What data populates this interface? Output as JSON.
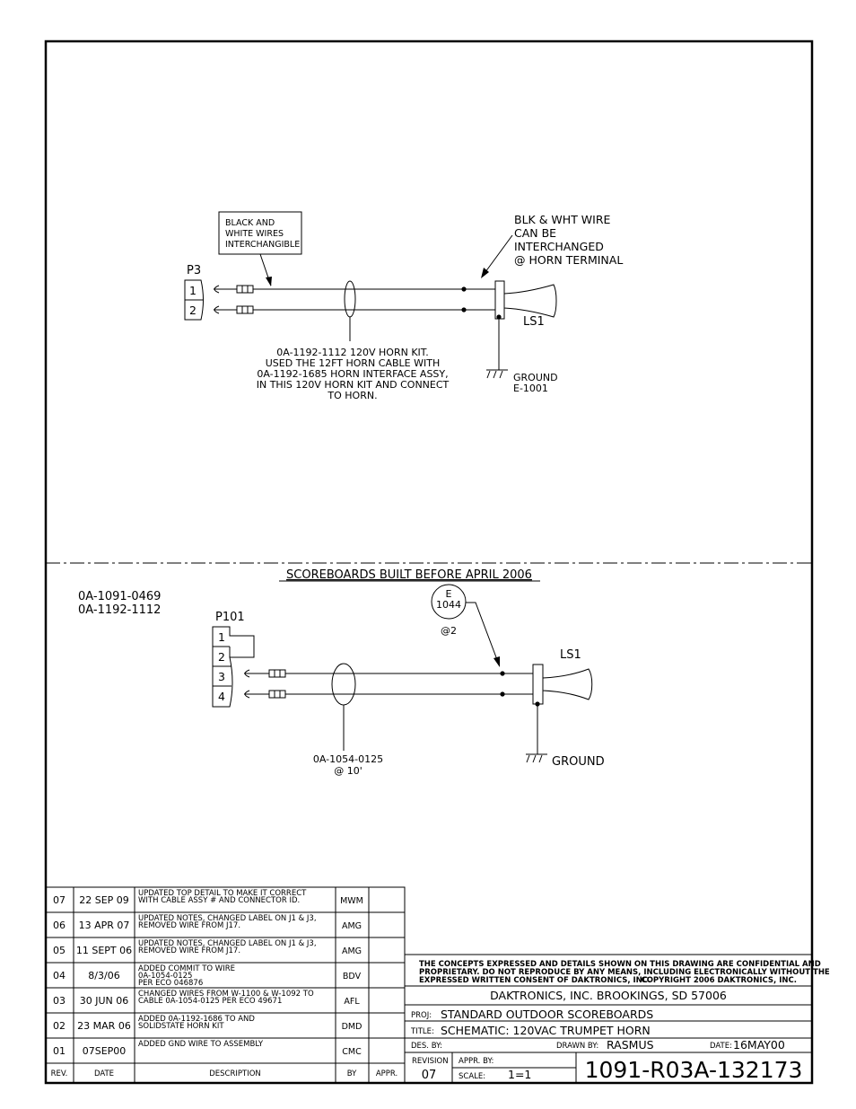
{
  "top_detail": {
    "note_box": [
      "BLACK AND",
      "WHITE WIRES",
      "INTERCHANGIBLE"
    ],
    "connector_label": "P3",
    "pins": [
      "1",
      "2"
    ],
    "wire_note": [
      "BLK & WHT WIRE",
      "CAN BE",
      "INTERCHANGED",
      "@ HORN TERMINAL"
    ],
    "speaker_label": "LS1",
    "cable_note": [
      "0A-1192-1112 120V HORN KIT.",
      "USED THE 12FT HORN CABLE WITH",
      "0A-1192-1685 HORN INTERFACE ASSY,",
      "IN THIS 120V HORN KIT AND CONNECT",
      "TO HORN."
    ],
    "ground_label": [
      "GROUND",
      "E-1001"
    ]
  },
  "bottom_detail": {
    "title": "SCOREBOARDS BUILT BEFORE APRIL 2006",
    "part_numbers": [
      "0A-1091-0469",
      "0A-1192-1112"
    ],
    "connector_label": "P101",
    "pins": [
      "1",
      "2",
      "3",
      "4"
    ],
    "callout": {
      "letter": "E",
      "number": "1044",
      "sheet": "@2"
    },
    "speaker_label": "LS1",
    "cable_note": [
      "0A-1054-0125",
      "@ 10'"
    ],
    "ground_label": "GROUND"
  },
  "revisions": {
    "headers": [
      "REV.",
      "DATE",
      "DESCRIPTION",
      "BY",
      "APPR."
    ],
    "rows": [
      {
        "rev": "07",
        "date": "22 SEP 09",
        "desc": [
          "UPDATED TOP DETAIL TO MAKE IT CORRECT",
          "WITH CABLE ASSY # AND CONNECTOR ID."
        ],
        "by": "MWM",
        "appr": ""
      },
      {
        "rev": "06",
        "date": "13 APR 07",
        "desc": [
          "UPDATED NOTES, CHANGED LABEL ON J1 & J3,",
          "REMOVED WIRE FROM J17."
        ],
        "by": "AMG",
        "appr": ""
      },
      {
        "rev": "05",
        "date": "11 SEPT 06",
        "desc": [
          "UPDATED NOTES, CHANGED LABEL ON J1 & J3,",
          "REMOVED WIRE FROM J17."
        ],
        "by": "AMG",
        "appr": ""
      },
      {
        "rev": "04",
        "date": "8/3/06",
        "desc": [
          "ADDED COMMIT TO WIRE",
          "0A-1054-0125",
          "PER ECO 046876"
        ],
        "by": "BDV",
        "appr": ""
      },
      {
        "rev": "03",
        "date": "30 JUN 06",
        "desc": [
          "CHANGED WIRES FROM W-1100 & W-1092 TO",
          "CABLE 0A-1054-0125 PER ECO 49671"
        ],
        "by": "AFL",
        "appr": ""
      },
      {
        "rev": "02",
        "date": "23 MAR 06",
        "desc": [
          "ADDED 0A-1192-1686 TO AND",
          "SOLIDSTATE  HORN KIT"
        ],
        "by": "DMD",
        "appr": ""
      },
      {
        "rev": "01",
        "date": "07SEP00",
        "desc": [
          "ADDED GND WIRE TO ASSEMBLY"
        ],
        "by": "CMC",
        "appr": ""
      }
    ]
  },
  "title_block": {
    "notice": [
      "THE CONCEPTS  EXPRESSED  AND  DETAILS SHOWN ON THIS DRAWING ARE CONFIDENTIAL AND",
      "PROPRIETARY.  DO NOT REPRODUCE BY ANY MEANS, INCLUDING ELECTRONICALLY WITHOUT THE",
      "EXPRESSED WRITTEN CONSENT OF DAKTRONICS, INC."
    ],
    "copyright": "COPYRIGHT 2006 DAKTRONICS, INC.",
    "company": "DAKTRONICS,  INC.    BROOKINGS,  SD  57006",
    "proj_label": "PROJ:",
    "proj": "STANDARD  OUTDOOR  SCOREBOARDS",
    "title_label": "TITLE:",
    "title": "SCHEMATIC:  120VAC  TRUMPET  HORN",
    "des_label": "DES. BY:",
    "drawn_label": "DRAWN BY:",
    "drawn_by": "RASMUS",
    "date_label": "DATE:",
    "date": "16MAY00",
    "revision_label": "REVISION",
    "revision": "07",
    "appr_label": "APPR. BY:",
    "scale_label": "SCALE:",
    "scale": "1=1",
    "drawing_number": "1091-R03A-132173"
  }
}
